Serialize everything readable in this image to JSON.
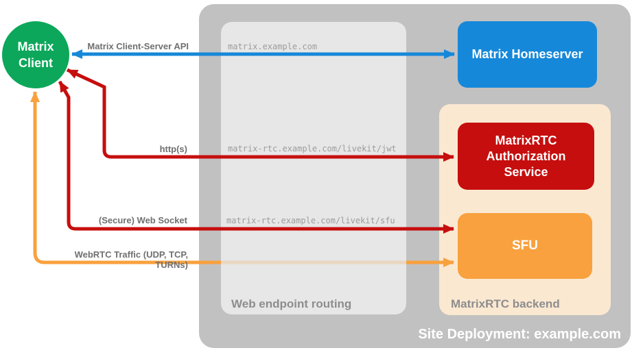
{
  "colors": {
    "green": "#0CA75A",
    "blue": "#1688D9",
    "red": "#C60E0E",
    "orange": "#F8A13E",
    "outer_bg": "#C1C1C1",
    "routing_bg": "#E7E7E7",
    "backend_bg": "#FBE8D1"
  },
  "client": {
    "lines": [
      "Matrix",
      "Client"
    ]
  },
  "homeserver": {
    "label": "Matrix Homeserver"
  },
  "auth_service": {
    "lines": [
      "MatrixRTC",
      "Authorization",
      "Service"
    ]
  },
  "sfu": {
    "label": "SFU"
  },
  "routing_box": {
    "label": "Web endpoint routing",
    "endpoints": {
      "homeserver": "matrix.example.com",
      "jwt": "matrix-rtc.example.com/livekit/jwt",
      "sfu": "matrix-rtc.example.com/livekit/sfu"
    }
  },
  "backend_box": {
    "label": "MatrixRTC backend"
  },
  "deployment": {
    "label": "Site Deployment: example.com"
  },
  "connections": {
    "client_server_api": {
      "label": "Matrix Client-Server API"
    },
    "https": {
      "label": "http(s)"
    },
    "websocket": {
      "label": "(Secure) Web Socket"
    },
    "webrtc": {
      "label": "WebRTC Traffic (UDP, TCP, TURNs)"
    }
  }
}
